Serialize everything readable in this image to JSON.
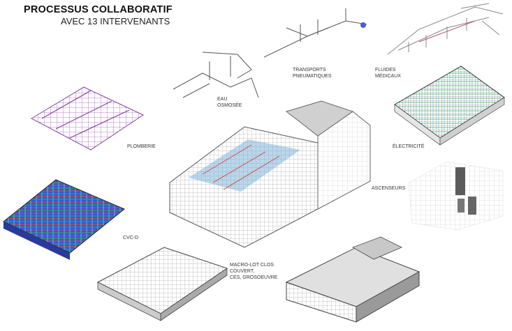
{
  "title": {
    "main": "PROCESSUS COLLABORATIF",
    "sub": "AVEC 13 INTERVENANTS"
  },
  "labels": {
    "transports": "TRANSPORTS\nPNEUMATIQUES",
    "fluides": "FLUIDES\nMÉDICAUX",
    "eau": "EAU\nOSMOSÉE",
    "plomberie": "PLOMBERIE",
    "electricite": "ÉLECTRICITÉ",
    "ascenseurs": "ASCENSEURS",
    "cvcd": "CVC-D",
    "macrolot": "MACRO-LOT CLOS\nCOUVERT,\nCES, GROSOEUVRE"
  },
  "colors": {
    "plomberie": "#8a3ea8",
    "cvcd_blue": "#2f3fd6",
    "cvcd_red": "#d63333",
    "cvcd_cyan": "#27b6d6",
    "cvcd_green": "#27b050",
    "building": "#9a9a9a",
    "electricite_green": "#33a84a",
    "ascenseurs": "#555555"
  }
}
